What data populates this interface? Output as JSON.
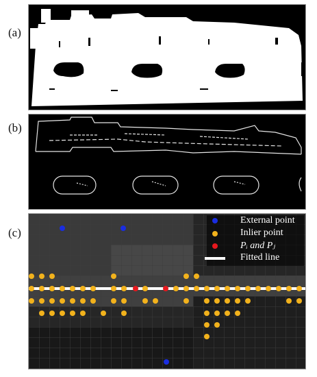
{
  "figure": {
    "panels": [
      {
        "label": "(a)"
      },
      {
        "label": "(b)"
      },
      {
        "label": "(c)"
      }
    ],
    "legend": {
      "external": {
        "text": "External point",
        "color": "#1a2de0"
      },
      "inlier": {
        "text": "Inlier point",
        "color": "#f2b21c"
      },
      "pij": {
        "text": "Pᵢ and Pⱼ",
        "color": "#e5181e"
      },
      "fitted": {
        "text": "Fitted line",
        "color": "#ffffff"
      }
    }
  }
}
